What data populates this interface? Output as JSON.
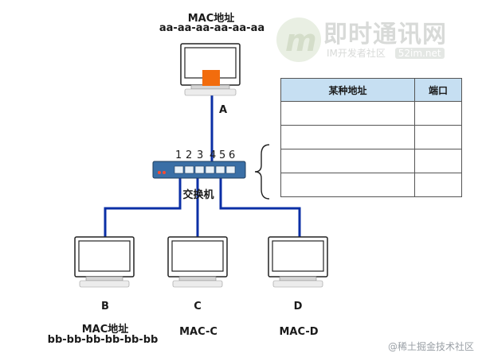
{
  "top_host": {
    "mac_title": "MAC地址",
    "mac_value": "aa-aa-aa-aa-aa-aa",
    "label": "A"
  },
  "switch": {
    "label": "交换机",
    "ports": [
      "1",
      "2",
      "3",
      "4",
      "5",
      "6"
    ]
  },
  "table": {
    "headers": [
      "某种地址",
      "端口"
    ],
    "rows": [
      [
        "",
        ""
      ],
      [
        "",
        ""
      ],
      [
        "",
        ""
      ],
      [
        "",
        ""
      ]
    ]
  },
  "hosts": [
    {
      "label": "B",
      "mac_title": "MAC地址",
      "mac_value": "bb-bb-bb-bb-bb-bb"
    },
    {
      "label": "C",
      "mac_title": "MAC-C",
      "mac_value": ""
    },
    {
      "label": "D",
      "mac_title": "MAC-D",
      "mac_value": ""
    }
  ],
  "watermarks": {
    "brand": "即时通讯网",
    "brand_sub": "IM开发者社区",
    "brand_site": "52im.net",
    "footer": "@稀土掘金技术社区"
  },
  "colors": {
    "cable": "#0b2fa6",
    "host_a_port": "#f26c0d",
    "table_header": "#c6dff2"
  }
}
